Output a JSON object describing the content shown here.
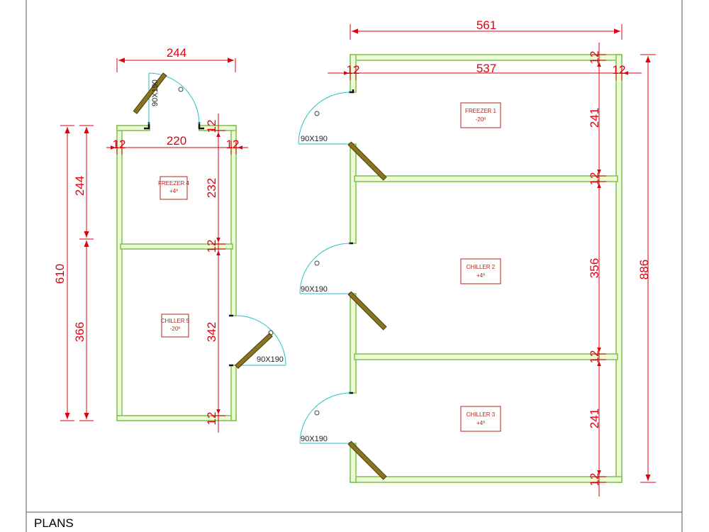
{
  "title": "PLANS",
  "colors": {
    "wall_fill": "#ecfbd6",
    "wall_stroke": "#7cc24d",
    "dimension": "#e0000f",
    "door_swing": "#29c2c2",
    "door_leaf": "#8a7420",
    "room_label": "#b3261e"
  },
  "left_unit": {
    "dims": {
      "overall_width": "244",
      "inner_width": "220",
      "wall_left": "12",
      "wall_right": "12",
      "overall_length": "610",
      "freezer_length": "244",
      "chiller_length": "366",
      "freezer_inner": "232",
      "chiller_inner": "342",
      "wall_top": "12",
      "wall_mid": "12",
      "wall_bottom": "12"
    },
    "rooms": [
      {
        "name": "FREEZER 4",
        "temp": "+4º"
      },
      {
        "name": "CHILLER 5",
        "temp": "-20º"
      }
    ],
    "doors": [
      "90X190",
      "90X190"
    ]
  },
  "right_unit": {
    "dims": {
      "overall_width": "561",
      "inner_width": "537",
      "wall_left": "12",
      "wall_right": "12",
      "overall_length": "886",
      "room1_inner": "241",
      "room2_inner": "356",
      "room3_inner": "241",
      "wall_top": "12",
      "wall_mid1": "12",
      "wall_mid2": "12",
      "wall_bottom": "12"
    },
    "rooms": [
      {
        "name": "FREEZER 1",
        "temp": "-20º"
      },
      {
        "name": "CHILLER 2",
        "temp": "+4º"
      },
      {
        "name": "CHILLER 3",
        "temp": "+4º"
      }
    ],
    "doors": [
      "90X190",
      "90X190",
      "90X190"
    ]
  }
}
